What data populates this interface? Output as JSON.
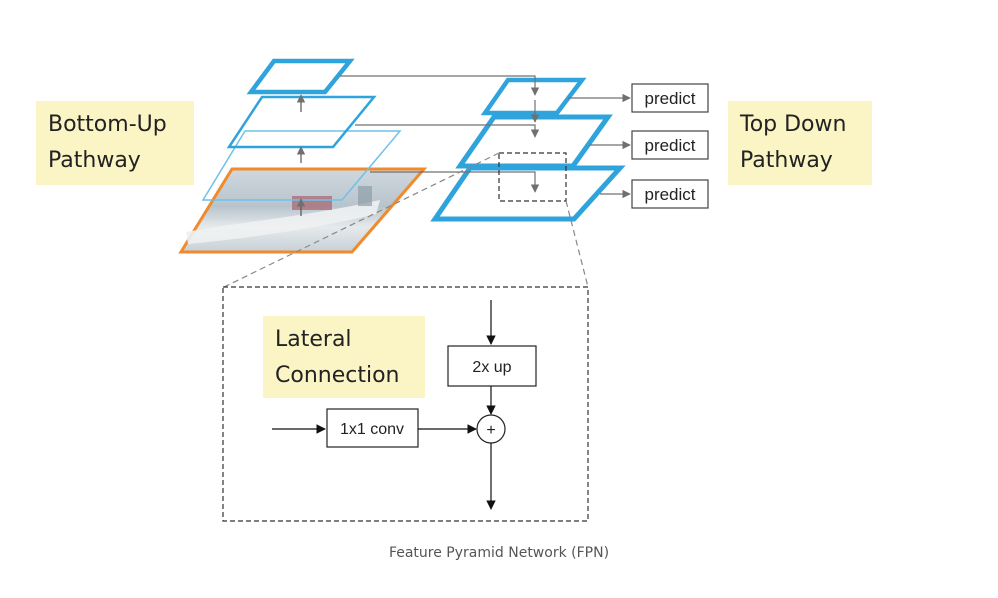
{
  "labels": {
    "bottom_up": [
      "Bottom-Up",
      "Pathway"
    ],
    "top_down": [
      "Top Down",
      "Pathway"
    ],
    "lateral": [
      "Lateral",
      "Connection"
    ]
  },
  "predict_labels": [
    "predict",
    "predict",
    "predict"
  ],
  "detail": {
    "upsample_label": "2x up",
    "conv_label": "1x1 conv",
    "sum_symbol": "+"
  },
  "caption": "Feature Pyramid Network (FPN)",
  "colors": {
    "pyramid_blue": "#2fa3dc",
    "input_orange": "#f08a2c",
    "label_bg": "#fbf5c6",
    "arrow_gray": "#707070"
  }
}
